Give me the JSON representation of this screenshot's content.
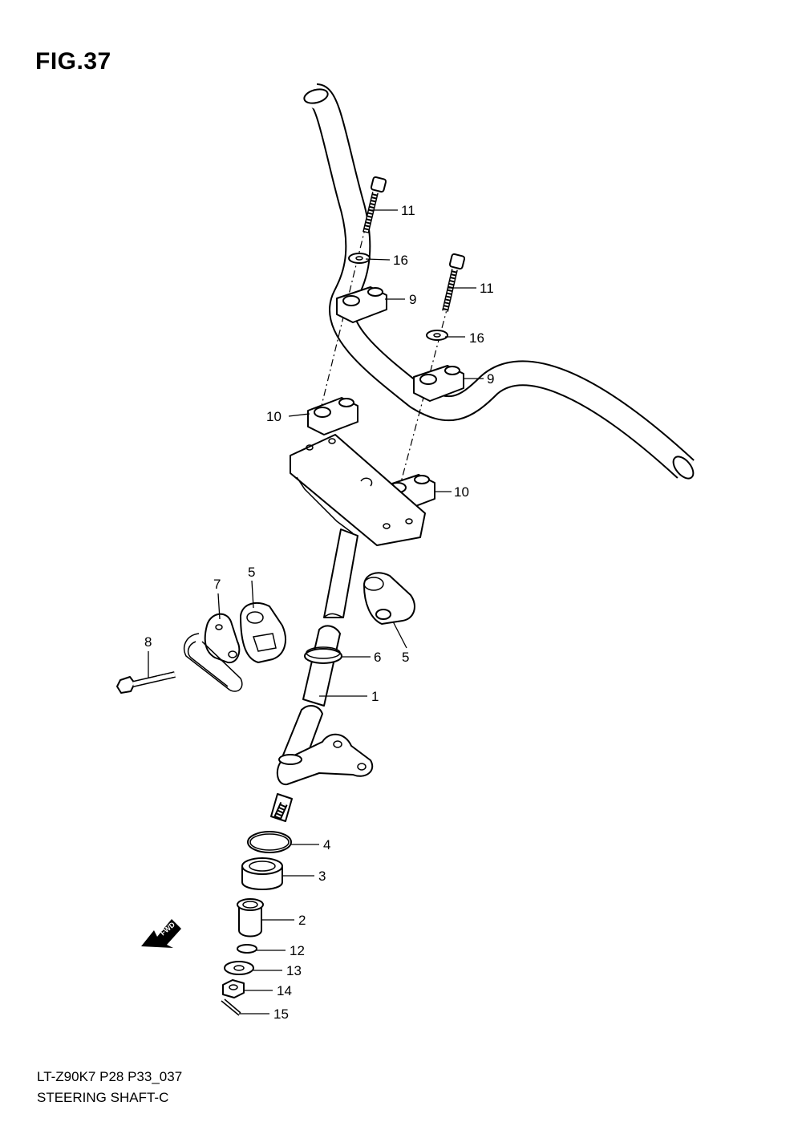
{
  "figure": {
    "title": "FIG.37",
    "code": "LT-Z90K7 P28 P33_037",
    "name": "STEERING SHAFT-C"
  },
  "direction_marker": "FWD",
  "callouts": [
    "11",
    "16",
    "9",
    "11",
    "16",
    "9",
    "10",
    "10",
    "7",
    "5",
    "5",
    "8",
    "6",
    "1",
    "4",
    "3",
    "2",
    "12",
    "13",
    "14",
    "15"
  ]
}
